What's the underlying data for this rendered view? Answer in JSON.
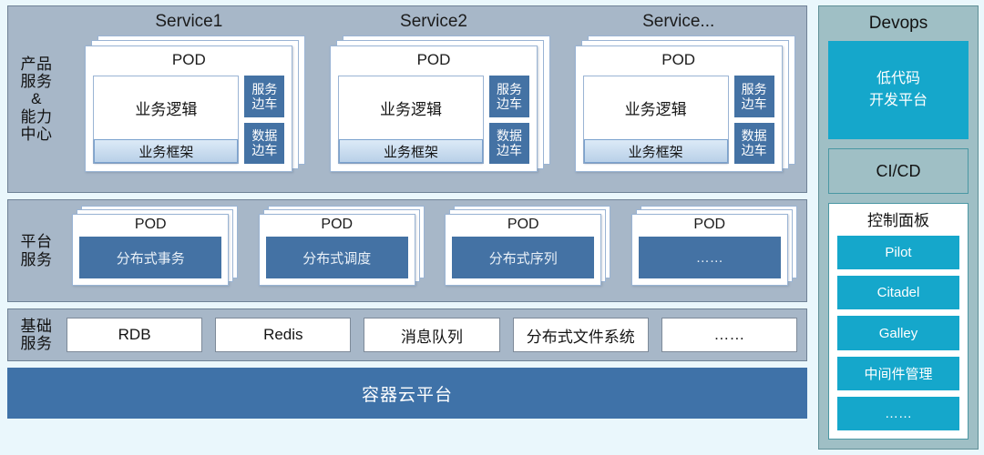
{
  "bands": [
    {
      "label_lines": [
        "产品",
        "服务",
        "&",
        "能力",
        "中心"
      ],
      "services": [
        {
          "title": "Service1",
          "pod_title": "POD",
          "business_logic": "业务逻辑",
          "business_framework": "业务框架",
          "sidecars": [
            {
              "line1": "服务",
              "line2": "边车"
            },
            {
              "line1": "数据",
              "line2": "边车"
            }
          ]
        },
        {
          "title": "Service2",
          "pod_title": "POD",
          "business_logic": "业务逻辑",
          "business_framework": "业务框架",
          "sidecars": [
            {
              "line1": "服务",
              "line2": "边车"
            },
            {
              "line1": "数据",
              "line2": "边车"
            }
          ]
        },
        {
          "title": "Service...",
          "pod_title": "POD",
          "business_logic": "业务逻辑",
          "business_framework": "业务框架",
          "sidecars": [
            {
              "line1": "服务",
              "line2": "边车"
            },
            {
              "line1": "数据",
              "line2": "边车"
            }
          ]
        }
      ]
    },
    {
      "label_lines": [
        "平台",
        "服务"
      ],
      "pods": [
        {
          "pod_title": "POD",
          "name": "分布式事务"
        },
        {
          "pod_title": "POD",
          "name": "分布式调度"
        },
        {
          "pod_title": "POD",
          "name": "分布式序列"
        },
        {
          "pod_title": "POD",
          "name": "……"
        }
      ]
    },
    {
      "label_lines": [
        "基础",
        "服务"
      ],
      "items": [
        "RDB",
        "Redis",
        "消息队列",
        "分布式文件系统",
        "……"
      ]
    }
  ],
  "container_cloud": {
    "label": "容器云平台"
  },
  "devops": {
    "title": "Devops",
    "lowcode": {
      "line1": "低代码",
      "line2": "开发平台"
    },
    "cicd_label": "CI/CD",
    "panel": {
      "title": "控制面板",
      "items": [
        "Pilot",
        "Citadel",
        "Galley",
        "中间件管理",
        "……"
      ]
    }
  },
  "colors": {
    "page_background": "#eaf7fc",
    "band_background": "#a7b7c8",
    "steel_blue": "#4472a4",
    "cloud_blue": "#3f72a8",
    "devops_background": "#9fbfc5",
    "teal_accent": "#15a7cb"
  }
}
